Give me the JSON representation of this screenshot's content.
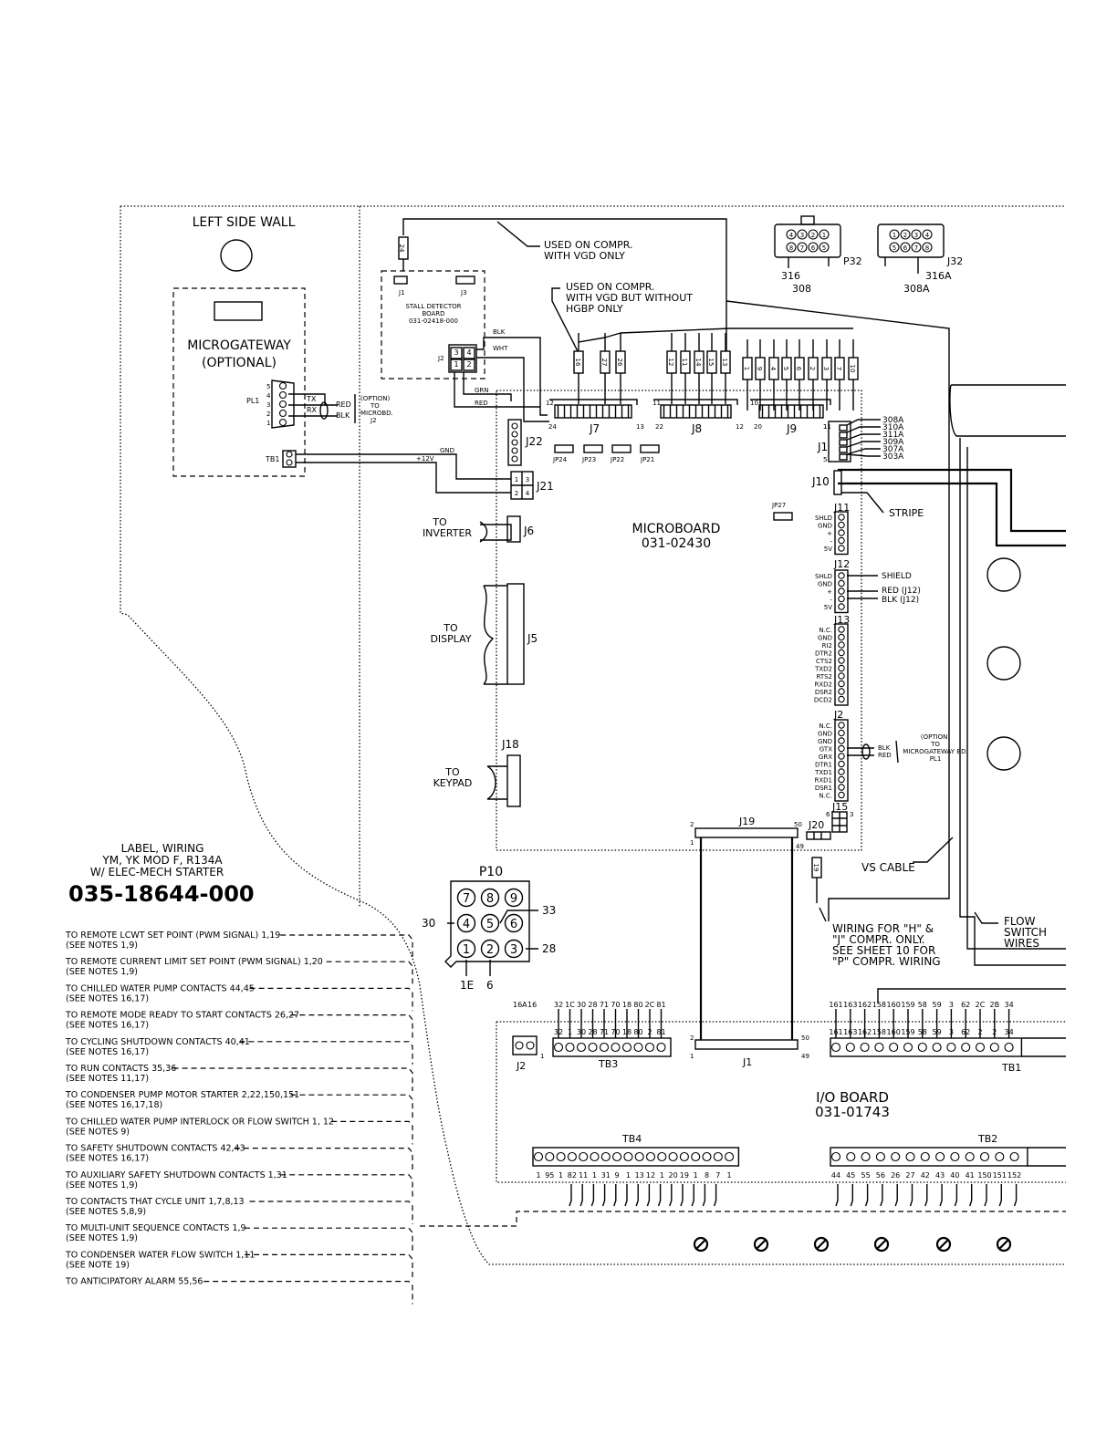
{
  "left_wall": {
    "title": "LEFT SIDE WALL"
  },
  "microgateway": {
    "title_line1": "MICROGATEWAY",
    "title_line2": "(OPTIONAL)",
    "pl1": "PL1",
    "tb1": "TB1",
    "pin_numbers": [
      "5",
      "4",
      "3",
      "2",
      "1"
    ],
    "tx": "TX",
    "rx": "RX",
    "red": "RED",
    "blk": "BLK",
    "note_line1": "(OPTION)",
    "note_line2": "TO",
    "note_line3": "MICROBD.",
    "note_line4": "J2",
    "v12": "+12V",
    "gnd": "GND"
  },
  "stall_detector": {
    "line1": "STALL DETECTOR",
    "line2": "BOARD",
    "line3": "031-02418-000",
    "j1": "J1",
    "j3": "J3",
    "j2": "J2",
    "pins": [
      "3",
      "4",
      "1",
      "2"
    ],
    "blk": "BLK",
    "wht": "WHT",
    "grn": "GRN",
    "red": "RED"
  },
  "wire_24": "24",
  "callouts": {
    "vgd_only": [
      "USED ON COMPR.",
      "WITH VGD ONLY"
    ],
    "vgd_no_hgbp": [
      "USED ON COMPR.",
      "WITH VGD BUT WITHOUT",
      "HGBP ONLY"
    ],
    "stripe": "STRIPE",
    "vs_cable": "VS CABLE",
    "flow_switch": [
      "FLOW",
      "SWITCH",
      "WIRES"
    ],
    "hj_wiring": [
      "WIRING FOR \"H\" &",
      "\"J\" COMPR. ONLY.",
      "SEE SHEET 10 FOR",
      "\"P\" COMPR. WIRING"
    ]
  },
  "wire_markers_a": [
    "16",
    "27",
    "26"
  ],
  "wire_markers_b": [
    "12",
    "11",
    "14",
    "15",
    "13"
  ],
  "wire_markers_c": [
    "1",
    "9",
    "4",
    "5",
    "6",
    "2",
    "3",
    "7",
    "10"
  ],
  "wire_marker_19": "19",
  "p32": {
    "label": "P32",
    "top_pins": [
      "4",
      "3",
      "2",
      "1"
    ],
    "bottom_pins": [
      "8",
      "7",
      "6",
      "5"
    ],
    "w1": "316",
    "w2": "308"
  },
  "j32": {
    "label": "J32",
    "top_pins": [
      "1",
      "2",
      "3",
      "4"
    ],
    "bottom_pins": [
      "5",
      "6",
      "7",
      "8"
    ],
    "w1": "316A",
    "w2": "308A"
  },
  "microboard": {
    "title": "MICROBOARD",
    "part": "031-02430",
    "j7": {
      "label": "J7",
      "n1": "12",
      "n2": "24",
      "n3": "13"
    },
    "j8": {
      "label": "J8",
      "n1": "11",
      "n2": "22",
      "n3": "12"
    },
    "j9": {
      "label": "J9",
      "n1": "10",
      "n2": "20",
      "n3": "11"
    },
    "j22": "J22",
    "jp24": "JP24",
    "jp23": "JP23",
    "jp22": "JP22",
    "jp21": "JP21",
    "j21": {
      "label": "J21",
      "pins": [
        "1",
        "3",
        "2",
        "4"
      ]
    },
    "j6": "J6",
    "to_inverter": [
      "TO",
      "INVERTER"
    ],
    "j5": "J5",
    "to_display": [
      "TO",
      "DISPLAY"
    ],
    "j18": "J18",
    "to_keypad": [
      "TO",
      "KEYPAD"
    ],
    "j1": {
      "label": "J1",
      "n1": "1",
      "n5": "5",
      "wires": [
        "308A",
        "310A",
        "311A",
        "309A",
        "307A",
        "303A"
      ]
    },
    "j10": "J10",
    "jp27": "JP27",
    "j11": {
      "label": "J11",
      "pins": [
        "SHLD",
        "GND",
        "+",
        "-",
        "5V"
      ]
    },
    "j12": {
      "label": "J12",
      "pins": [
        "SHLD",
        "GND",
        "+",
        "-",
        "5V"
      ],
      "shield": "SHIELD",
      "red": "RED (J12)",
      "blk": "BLK (J12)"
    },
    "j13": {
      "label": "J13",
      "pins": [
        "N.C.",
        "GND",
        "RI2",
        "DTR2",
        "CTS2",
        "TXD2",
        "RTS2",
        "RXD2",
        "DSR2",
        "DCD2"
      ]
    },
    "j2": {
      "label": "J2",
      "pins": [
        "N.C.",
        "GND",
        "GND",
        "GTX",
        "GRX",
        "DTR1",
        "TXD1",
        "RXD1",
        "DSR1",
        "N.C."
      ],
      "blk": "BLK",
      "red": "RED",
      "note": [
        "(OPTION)",
        "TO",
        "MICROGATEWAY BD.",
        "PL1"
      ]
    },
    "j15": {
      "label": "J15",
      "n6": "6",
      "n3": "3"
    },
    "j19": {
      "label": "J19",
      "n2": "2",
      "n50": "50",
      "n1": "1",
      "n49": "49"
    },
    "j20": "J20",
    "j19_n49": "49"
  },
  "label_block": {
    "line1": "LABEL, WIRING",
    "line2": "YM, YK MOD F, R134A",
    "line3": "W/ ELEC-MECH STARTER",
    "part": "035-18644-000"
  },
  "p10": {
    "label": "P10",
    "pins": [
      "7",
      "8",
      "9",
      "4",
      "5",
      "6",
      "1",
      "2",
      "3"
    ],
    "w30": "30",
    "w33": "33",
    "w28": "28",
    "w1e": "1E",
    "w6": "6"
  },
  "io_board": {
    "title": "I/O BOARD",
    "part": "031-01743",
    "j2": {
      "label": "J2",
      "top": [
        "16A",
        "16"
      ],
      "n1": "1"
    },
    "tb3": {
      "label": "TB3",
      "top": [
        "32",
        "1C",
        "30",
        "28",
        "71",
        "70",
        "18",
        "80",
        "2C",
        "81"
      ],
      "bottom": [
        "32",
        "1",
        "30",
        "28",
        "71",
        "70",
        "18",
        "80",
        "2",
        "81"
      ]
    },
    "j1": {
      "label": "J1",
      "n2": "2",
      "n50": "50",
      "n1": "1",
      "n49": "49"
    },
    "tb1": {
      "label": "TB1",
      "top": [
        "161",
        "163",
        "162",
        "158",
        "160",
        "159",
        "58",
        "59",
        "3",
        "62",
        "2C",
        "2B",
        "34"
      ],
      "bottom": [
        "161",
        "163",
        "162",
        "158",
        "160",
        "159",
        "58",
        "59",
        "3",
        "62",
        "2",
        "2",
        "34"
      ]
    },
    "tb4": {
      "label": "TB4",
      "bottom": [
        "1",
        "95",
        "1",
        "82",
        "11",
        "1",
        "31",
        "9",
        "1",
        "13",
        "12",
        "1",
        "20",
        "19",
        "1",
        "8",
        "7",
        "1"
      ]
    },
    "tb2": {
      "label": "TB2",
      "bottom": [
        "44",
        "45",
        "55",
        "56",
        "26",
        "27",
        "42",
        "43",
        "40",
        "41",
        "150",
        "151",
        "152"
      ]
    }
  },
  "remote_list": [
    {
      "line1": "TO REMOTE LCWT SET POINT (PWM SIGNAL) 1,19",
      "line2": "(SEE NOTES 1,9)"
    },
    {
      "line1": "TO REMOTE CURRENT LIMIT SET POINT (PWM SIGNAL) 1,20",
      "line2": "(SEE NOTES 1,9)"
    },
    {
      "line1": "TO CHILLED WATER PUMP CONTACTS 44,45",
      "line2": "(SEE NOTES 16,17)"
    },
    {
      "line1": "TO REMOTE MODE READY TO START CONTACTS 26,27",
      "line2": "(SEE NOTES 16,17)"
    },
    {
      "line1": "TO CYCLING SHUTDOWN CONTACTS 40,41",
      "line2": "(SEE NOTES 16,17)"
    },
    {
      "line1": "TO RUN CONTACTS 35,36",
      "line2": "(SEE NOTES 11,17)"
    },
    {
      "line1": "TO CONDENSER PUMP MOTOR STARTER 2,22,150,151",
      "line2": "(SEE NOTES 16,17,18)"
    },
    {
      "line1": "TO CHILLED WATER PUMP INTERLOCK OR FLOW SWITCH 1, 12",
      "line2": "(SEE NOTES 9)"
    },
    {
      "line1": "TO SAFETY SHUTDOWN CONTACTS 42,43",
      "line2": "(SEE NOTES 16,17)"
    },
    {
      "line1": "TO AUXILIARY SAFETY SHUTDOWN CONTACTS 1,31",
      "line2": "(SEE NOTES 1,9)"
    },
    {
      "line1": "TO CONTACTS THAT CYCLE UNIT 1,7,8,13",
      "line2": "(SEE NOTES 5,8,9)"
    },
    {
      "line1": "TO MULTI-UNIT SEQUENCE CONTACTS 1,9",
      "line2": "(SEE NOTES 1,9)"
    },
    {
      "line1": "TO CONDENSER WATER FLOW SWITCH 1,11",
      "line2": "(SEE NOTE 19)"
    },
    {
      "line1": "TO ANTICIPATORY ALARM 55,56",
      "line2": ""
    }
  ]
}
